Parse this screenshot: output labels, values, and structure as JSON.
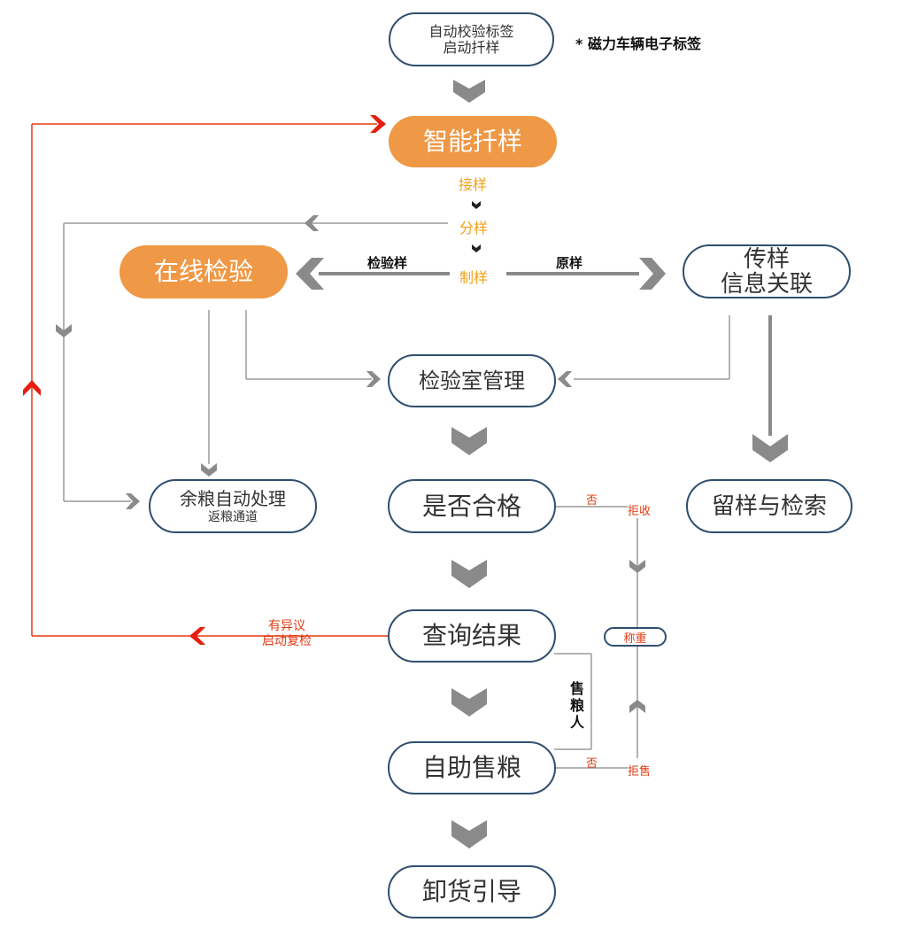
{
  "nodes": {
    "auto_tag_line1": "自动校验标签",
    "auto_tag_line2": "启动扦样",
    "smart_sampling": "智能扦样",
    "online_inspection": "在线检验",
    "transfer_line1": "传样",
    "transfer_line2": "信息关联",
    "lab_management": "检验室管理",
    "surplus_line1": "余粮自动处理",
    "surplus_line2": "返粮通道",
    "qualified": "是否合格",
    "retention": "留样与检索",
    "query_result": "查询结果",
    "weighing": "称重",
    "self_sale": "自助售粮",
    "unload_guide": "卸货引导"
  },
  "labels": {
    "note": "* 磁力车辆电子标签",
    "receive_sample": "接样",
    "split_sample": "分样",
    "prepare_sample": "制样",
    "inspection_sample": "检验样",
    "original_sample": "原样",
    "no_1": "否",
    "reject_receive": "拒收",
    "objection_line1": "有异议",
    "objection_line2": "启动复检",
    "grain_seller": "售粮人",
    "no_2": "否",
    "reject_sale": "拒售"
  },
  "colors": {
    "accent_orange": "#ef9846",
    "border_navy": "#2f4f6f",
    "arrow_gray": "#8a8a8a",
    "alert_red": "#e23b14",
    "sample_label": "#f1a21a"
  }
}
